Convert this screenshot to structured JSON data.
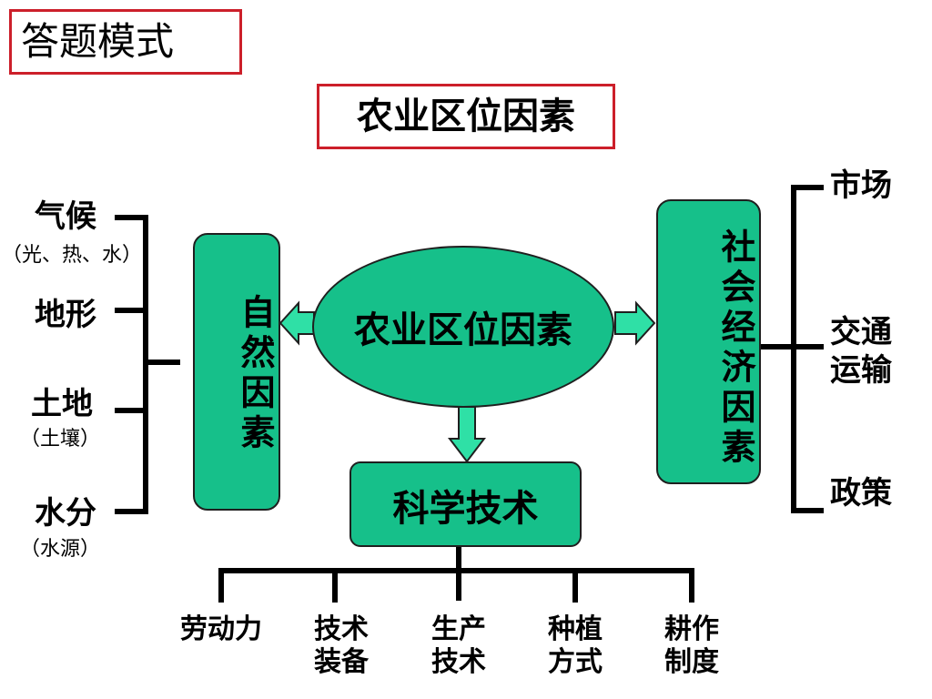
{
  "titles": {
    "answer_mode": "答题模式",
    "factors": "农业区位因素"
  },
  "center": {
    "label": "农业区位因素"
  },
  "natural": {
    "label": "自然因素",
    "items": [
      {
        "name": "气候",
        "note": "（光、热、水）"
      },
      {
        "name": "地形",
        "note": ""
      },
      {
        "name": "土地",
        "note": "（土壤）"
      },
      {
        "name": "水分",
        "note": "（水源）"
      }
    ]
  },
  "social": {
    "label": "社会经济因素",
    "items": [
      {
        "name": "市场"
      },
      {
        "name": "交通运输"
      },
      {
        "name": "政策"
      }
    ]
  },
  "tech": {
    "label": "科学技术",
    "items": [
      {
        "name": "劳动力"
      },
      {
        "name": "技术装备"
      },
      {
        "name": "生产技术"
      },
      {
        "name": "种植方式"
      },
      {
        "name": "耕作制度"
      }
    ]
  },
  "colors": {
    "green": "#16c08a",
    "red_border": "#cc1f2a",
    "arrow_fill": "#2fe0a6"
  }
}
